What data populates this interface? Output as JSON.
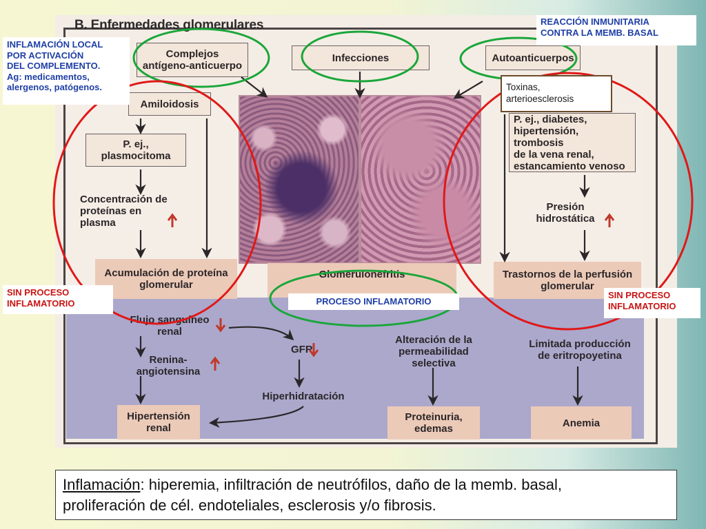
{
  "section_title": "B. Enfermedades glomerulares",
  "callouts": {
    "top_right": [
      "REACCIÓN INMUNITARIA",
      "CONTRA LA MEMB. BASAL"
    ],
    "top_left": [
      "INFLAMACIÓN LOCAL",
      "POR ACTIVACIÓN",
      "DEL COMPLEMENTO.",
      "Ag: medicamentos,",
      "alergenos, patógenos."
    ],
    "toxinas": [
      "Toxinas,",
      "arterioesclerosis"
    ],
    "sin_left": [
      "SIN PROCESO",
      "INFLAMATORIO"
    ],
    "sin_right": [
      "SIN PROCESO",
      "INFLAMATORIO"
    ],
    "proceso": "PROCESO INFLAMATORIO"
  },
  "boxes": {
    "complejos": [
      "Complejos",
      "antígeno-anticuerpo"
    ],
    "infecciones": "Infecciones",
    "autoanticuerpos": "Autoanticuerpos",
    "amiloidosis": "Amiloidosis",
    "plasmocitoma": [
      "P. ej.,",
      "plasmocitoma"
    ],
    "concentracion": [
      "Concentración de",
      "proteínas en plasma"
    ],
    "acumulacion": [
      "Acumulación de proteína",
      "glomerular"
    ],
    "diabetes": [
      "P. ej., diabetes,",
      "hipertensión, trombosis",
      "de la vena renal,",
      "estancamiento venoso"
    ],
    "presion": [
      "Presión",
      "hidrostática"
    ],
    "trastornos": [
      "Trastornos de la perfusión",
      "glomerular"
    ],
    "glomerulonefritis": "Glomerulonefritis",
    "flujo": "Flujo sanguíneo renal",
    "renina": "Renina-angiotensina",
    "gfr": "GFR",
    "hiperhidratacion": "Hiperhidratación",
    "alteracion": [
      "Alteración de la",
      "permeabilidad selectiva"
    ],
    "limitada": [
      "Limitada producción",
      "de eritropoyetina"
    ],
    "hipertension_renal": [
      "Hipertensión",
      "renal"
    ],
    "proteinuria": [
      "Proteinuria,",
      "edemas"
    ],
    "anemia": "Anemia"
  },
  "note": {
    "term": "Inflamación",
    "rest_line1": ": hiperemia, infiltración de neutrófilos, daño de la memb. basal,",
    "line2": "proliferación de cél. endoteliales, esclerosis y/o fibrosis."
  },
  "colors": {
    "callout_blue": "#1f3fa6",
    "callout_red": "#c81414",
    "circle_green": "#1aa63a",
    "circle_red": "#e01818",
    "arrow_red": "#c0392b",
    "box_fill": "#f3e6da",
    "band_purple": "#aba8cc"
  }
}
